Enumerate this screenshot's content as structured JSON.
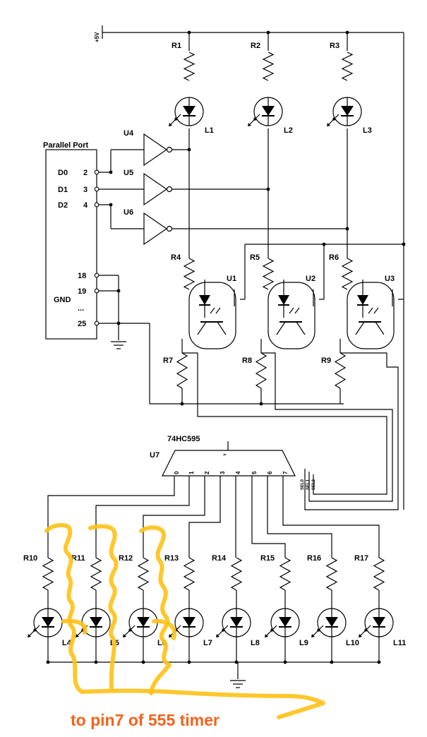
{
  "supply_label": "+5V",
  "port": {
    "title": "Parallel Port",
    "pins": [
      {
        "name": "D0",
        "num": "2"
      },
      {
        "name": "D1",
        "num": "3"
      },
      {
        "name": "D2",
        "num": "4"
      }
    ],
    "gnd_pins": [
      "18",
      "19",
      "...",
      "25"
    ],
    "gnd_label": "GND"
  },
  "inverters": [
    "U4",
    "U5",
    "U6"
  ],
  "top_resistors": [
    "R1",
    "R2",
    "R3"
  ],
  "top_leds": [
    "L1",
    "L2",
    "L3"
  ],
  "mid_resistors": [
    "R4",
    "R5",
    "R6"
  ],
  "optocouplers": [
    "U1",
    "U2",
    "U3"
  ],
  "emitter_resistors": [
    "R7",
    "R8",
    "R9"
  ],
  "shift_register": {
    "part": "74HC595",
    "ref": "U7",
    "y_label": "Y",
    "outputs": [
      "0",
      "1",
      "2",
      "3",
      "4",
      "5",
      "6",
      "7"
    ],
    "selects": [
      "SEL0",
      "SEL1",
      "SEL2"
    ]
  },
  "bottom_resistors": [
    "R10",
    "R11",
    "R12",
    "R13",
    "R14",
    "R15",
    "R16",
    "R17"
  ],
  "bottom_leds": [
    "L4",
    "L5",
    "L6",
    "L7",
    "L8",
    "L9",
    "L10",
    "L11"
  ],
  "annotation": "to pin7 of 555 timer",
  "colors": {
    "wire": "#000000",
    "highlight": "#ffc21a",
    "annotation": "#f5621a"
  }
}
